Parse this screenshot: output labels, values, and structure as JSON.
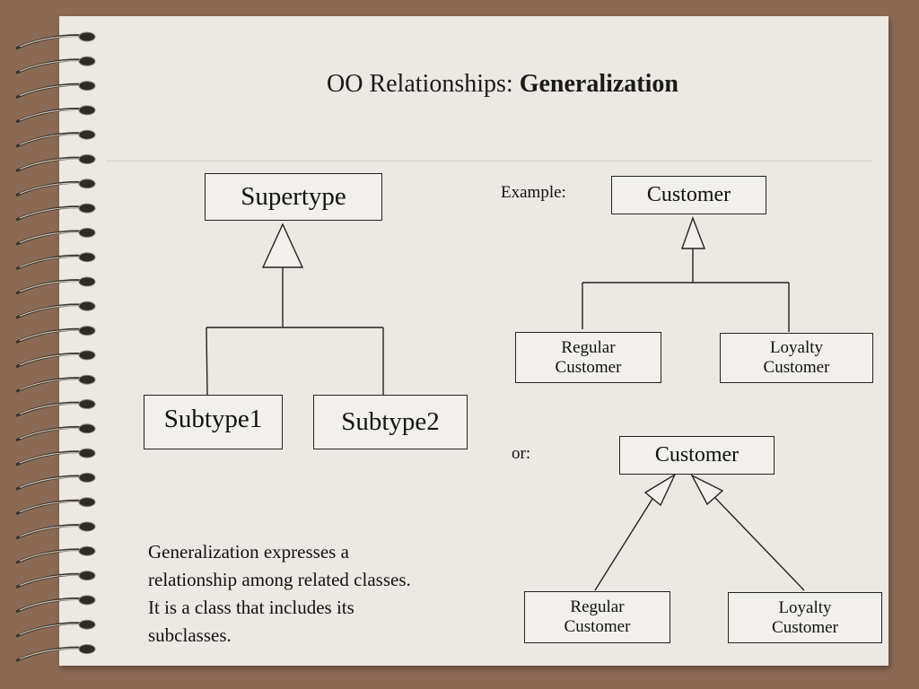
{
  "title": {
    "prefix": "OO Relationships: ",
    "emphasis": "Generalization"
  },
  "diagram_main": {
    "supertype": "Supertype",
    "subtype1": "Subtype1",
    "subtype2": "Subtype2"
  },
  "example": {
    "label": "Example:",
    "parent": "Customer",
    "child_left": [
      "Regular",
      "Customer"
    ],
    "child_right": [
      "Loyalty",
      "Customer"
    ]
  },
  "alternative": {
    "label": "or:",
    "parent": "Customer",
    "child_left": [
      "Regular",
      "Customer"
    ],
    "child_right": [
      "Loyalty",
      "Customer"
    ]
  },
  "description_lines": [
    "Generalization expresses a",
    "relationship among related classes.",
    "It is a class that includes its",
    "subclasses."
  ],
  "colors": {
    "background": "#8b6a55",
    "paper": "#ece9e4",
    "line": "#222222"
  }
}
